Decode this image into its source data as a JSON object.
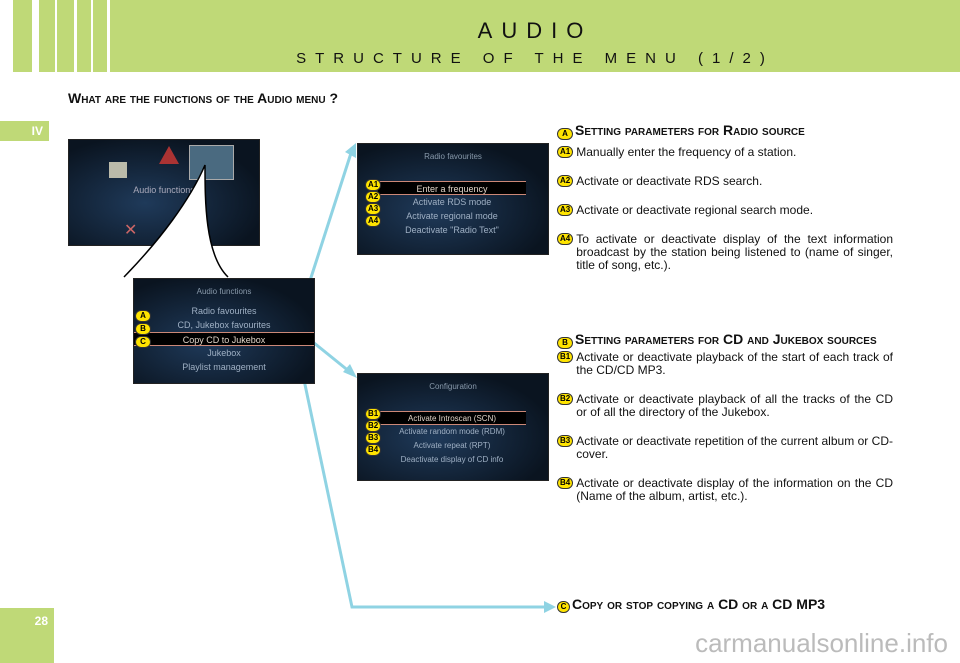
{
  "header": {
    "title": "AUDIO",
    "subtitle": "STRUCTURE OF THE MENU (1/2)"
  },
  "section_tab": "IV",
  "page_number": "28",
  "question": "What are the functions of the Audio menu ?",
  "main_screen": {
    "label": "Audio functions"
  },
  "audio_screen": {
    "header": "Audio functions",
    "items": [
      "Radio favourites",
      "CD, Jukebox favourites",
      "Copy CD to Jukebox",
      "Jukebox",
      "Playlist management"
    ],
    "badges": [
      "A",
      "B",
      "C"
    ],
    "selected": 2
  },
  "radio_screen": {
    "header": "Radio favourites",
    "items": [
      "Enter a frequency",
      "Activate RDS mode",
      "Activate regional mode",
      "Deactivate \"Radio Text\""
    ],
    "badges": [
      "A1",
      "A2",
      "A3",
      "A4"
    ],
    "selected": 0
  },
  "config_screen": {
    "header": "Configuration",
    "items": [
      "Activate Introscan (SCN)",
      "Activate random mode (RDM)",
      "Activate repeat (RPT)",
      "Deactivate display of CD info"
    ],
    "badges": [
      "B1",
      "B2",
      "B3",
      "B4"
    ],
    "selected": 0
  },
  "section_a": {
    "badge": "A",
    "title": "Setting parameters for Radio source",
    "items": [
      {
        "badge": "A1",
        "text": "Manually enter the frequency of a station."
      },
      {
        "badge": "A2",
        "text": "Activate or deactivate RDS search."
      },
      {
        "badge": "A3",
        "text": "Activate or deactivate regional search mode."
      },
      {
        "badge": "A4",
        "text": "To activate or deactivate display of the text information broadcast by the station being listened to (name of singer, title of song, etc.)."
      }
    ]
  },
  "section_b": {
    "badge": "B",
    "title": "Setting parameters for CD and Jukebox sources",
    "items": [
      {
        "badge": "B1",
        "text": "Activate or deactivate playback of the start of each track of the CD/CD MP3."
      },
      {
        "badge": "B2",
        "text": "Activate or deactivate playback of all the tracks of the CD or of all the directory of the Jukebox."
      },
      {
        "badge": "B3",
        "text": "Activate or deactivate repetition of the current album or CD-cover."
      },
      {
        "badge": "B4",
        "text": "Activate or deactivate display of the information on the CD (Name of the album, artist, etc.)."
      }
    ]
  },
  "section_c": {
    "badge": "C",
    "title": "Copy or stop copying a CD or a CD MP3"
  },
  "watermark": "carmanualsonline.info",
  "colors": {
    "green": "#bfd977",
    "arrow": "#8fd3e3",
    "badge": "#ffe400"
  }
}
